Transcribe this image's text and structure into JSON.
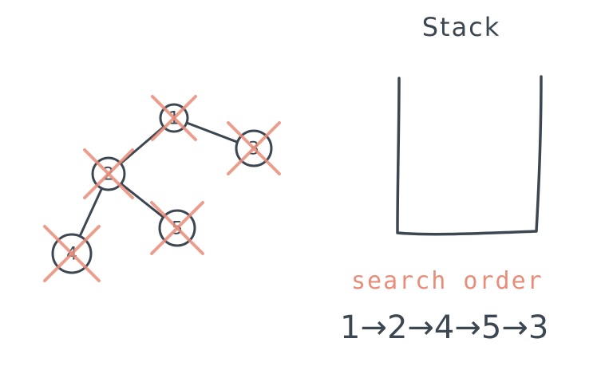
{
  "stack": {
    "title": "Stack"
  },
  "tree": {
    "nodes": [
      {
        "id": "1",
        "label": "1",
        "visited": true
      },
      {
        "id": "2",
        "label": "2",
        "visited": true
      },
      {
        "id": "3",
        "label": "3",
        "visited": true
      },
      {
        "id": "4",
        "label": "4",
        "visited": true
      },
      {
        "id": "5",
        "label": "5",
        "visited": true
      }
    ],
    "edges": [
      {
        "from": "1",
        "to": "2"
      },
      {
        "from": "1",
        "to": "3"
      },
      {
        "from": "2",
        "to": "4"
      },
      {
        "from": "2",
        "to": "5"
      }
    ]
  },
  "search": {
    "caption": "search order",
    "order": "1→2→4→5→3"
  },
  "colors": {
    "ink": "#3d4752",
    "visited_mark": "#e88d7a"
  }
}
